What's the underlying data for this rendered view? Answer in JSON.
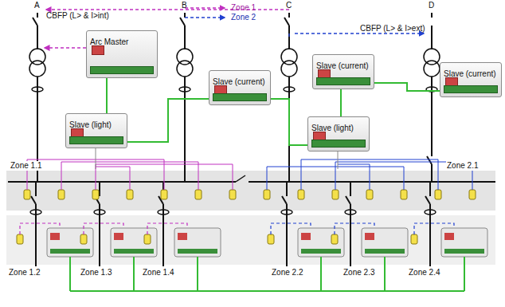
{
  "diagram": {
    "nodes": [
      {
        "text": [
          "Arc Master"
        ]
      },
      {
        "text": [
          "Slave (current)"
        ]
      },
      {
        "text": [
          "Slave (current)"
        ]
      },
      {
        "text": [
          "Slave (current)"
        ]
      },
      {
        "text": [
          "Slave (light)"
        ]
      },
      {
        "text": [
          "Slave (light)"
        ]
      }
    ],
    "edges": [
      {
        "from": 0,
        "to": 4,
        "arrow": "none"
      },
      {
        "from": 4,
        "to": 1,
        "arrow": "none"
      },
      {
        "from": 1,
        "to": 5,
        "arrow": "none"
      },
      {
        "from": 5,
        "to": 2,
        "arrow": "none"
      },
      {
        "from": 2,
        "to": 3,
        "arrow": "none"
      }
    ],
    "labels": [
      "A",
      "B",
      "C",
      "D",
      "CBFP (L> & I>int)",
      "CBFP (L> & I>ext)",
      "Zone 1.1",
      "Zone 2.1",
      "Zone 1.2",
      "Zone 1.3",
      "Zone 1.4",
      "Zone 2.2",
      "Zone 2.3",
      "Zone 2.4"
    ],
    "legend": [
      {
        "text": "Zone 1"
      },
      {
        "text": "Zone 2"
      }
    ]
  }
}
